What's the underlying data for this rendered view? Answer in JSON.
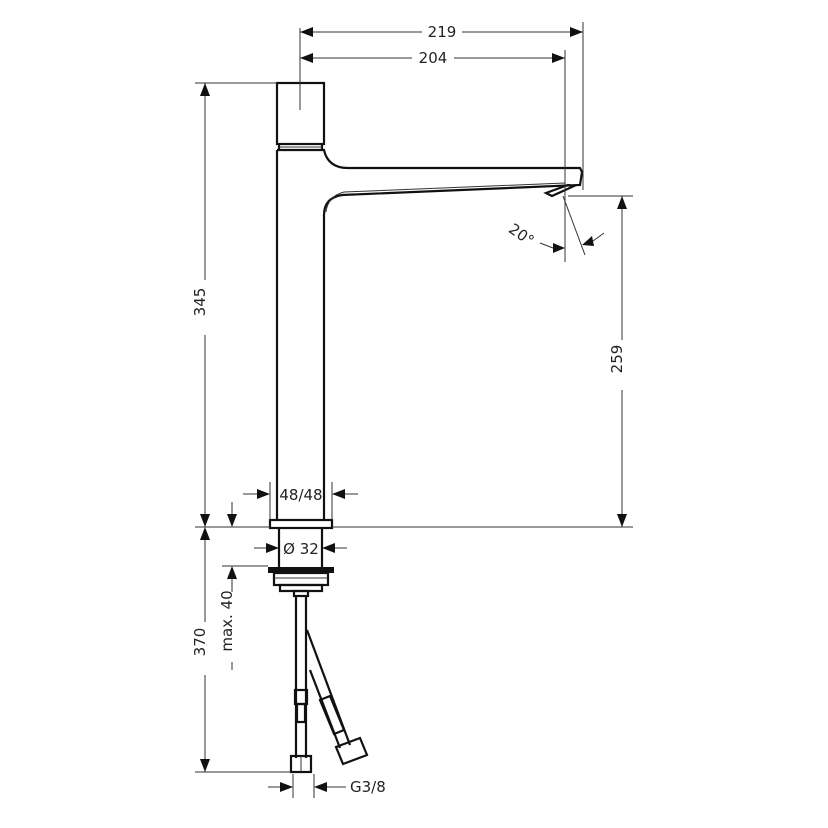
{
  "drawing": {
    "type": "technical-dimension-drawing",
    "subject": "single-lever basin mixer faucet",
    "dimensions": {
      "overall_reach": "219",
      "spout_reach": "204",
      "total_height": "345",
      "spout_height": "259",
      "spray_angle": "20°",
      "base_size": "48/48",
      "shank_diameter": "Ø 32",
      "max_deck_thickness": "max. 40",
      "hose_length": "370",
      "connection_thread": "G3/8"
    },
    "colors": {
      "line": "#111111",
      "dim_line": "#333333",
      "background": "#ffffff"
    }
  }
}
